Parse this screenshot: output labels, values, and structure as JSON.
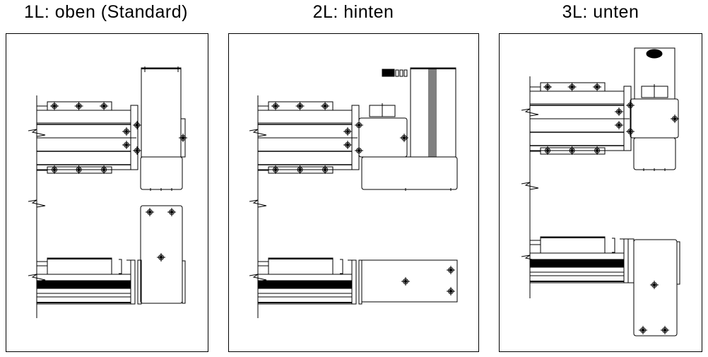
{
  "panels": [
    {
      "title": "1L: oben (Standard)"
    },
    {
      "title": "2L: hinten"
    },
    {
      "title": "3L: unten"
    }
  ]
}
